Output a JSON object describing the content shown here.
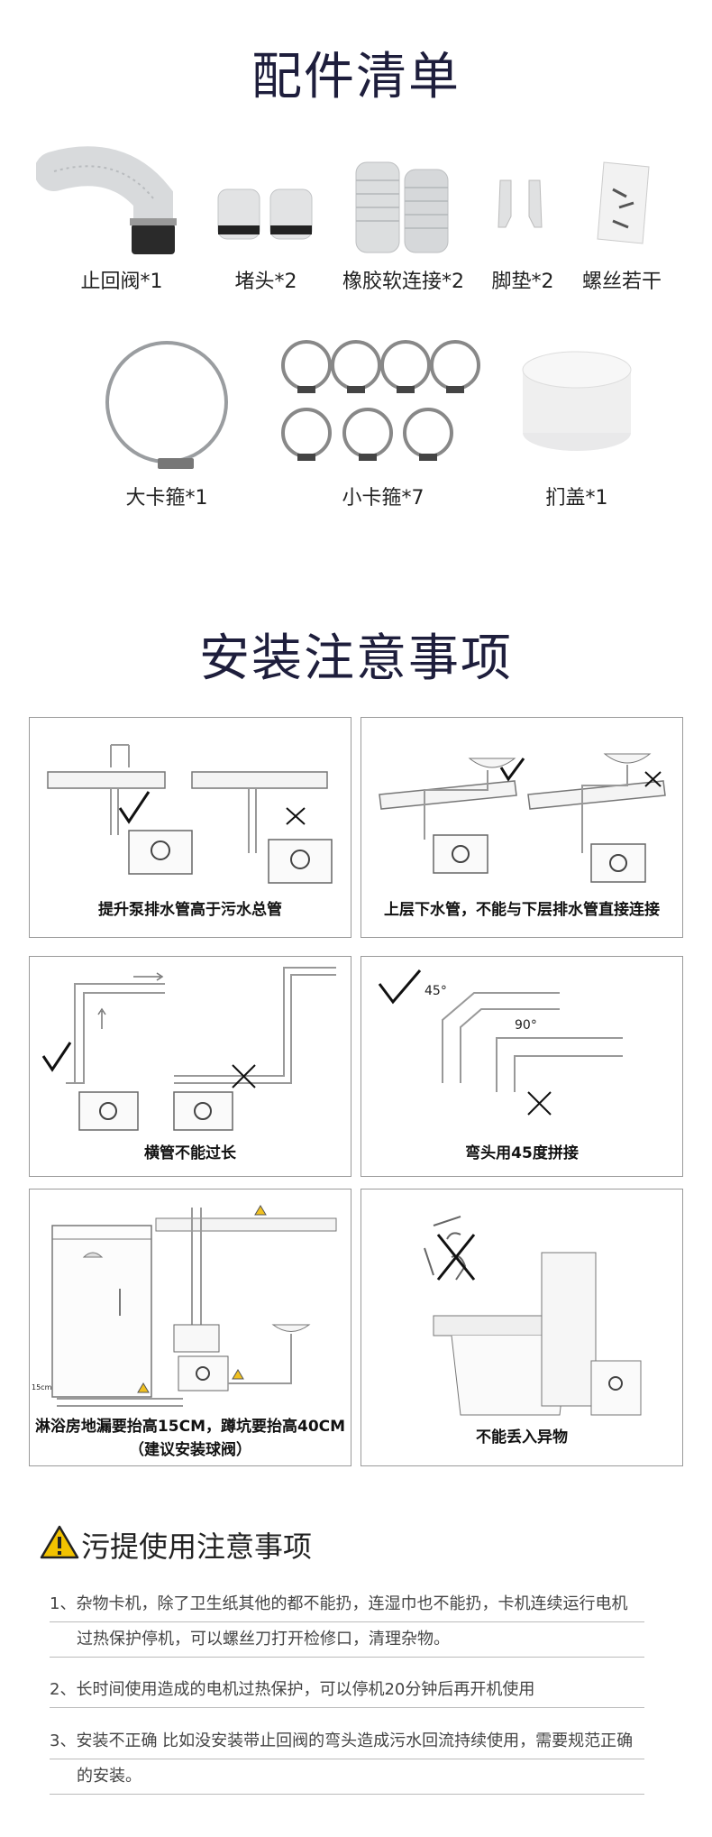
{
  "sections": {
    "accessories_title": "配件清单",
    "notes_title": "安装注意事项",
    "usage_title": "污提使用注意事项"
  },
  "accessories": {
    "row1": [
      "止回阀*1",
      "堵头*2",
      "橡胶软连接*2",
      "脚垫*2",
      "螺丝若干"
    ],
    "row2": [
      "大卡箍*1",
      "小卡箍*7",
      "扪盖*1"
    ]
  },
  "panels": [
    {
      "caption": "提升泵排水管高于污水总管"
    },
    {
      "caption": "上层下水管，不能与下层排水管直接连接"
    },
    {
      "caption": "横管不能过长"
    },
    {
      "caption": "弯头用45度拼接",
      "angle_a": "45°",
      "angle_b": "90°"
    },
    {
      "caption_line1": "淋浴房地漏要抬高15CM，蹲坑要抬高40CM",
      "caption_line2": "（建议安装球阀）",
      "mark": "15cm"
    },
    {
      "caption": "不能丢入异物"
    }
  ],
  "usage_notes": [
    {
      "line1": "1、杂物卡机，除了卫生纸其他的都不能扔，连湿巾也不能扔，卡机连续运行电机",
      "line2": "过热保护停机，可以螺丝刀打开检修口，清理杂物。"
    },
    {
      "line1": "2、长时间使用造成的电机过热保护，可以停机20分钟后再开机使用"
    },
    {
      "line1": "3、安装不正确 比如没安装带止回阀的弯头造成污水回流持续使用，需要规范正确",
      "line2": "的安装。"
    }
  ]
}
